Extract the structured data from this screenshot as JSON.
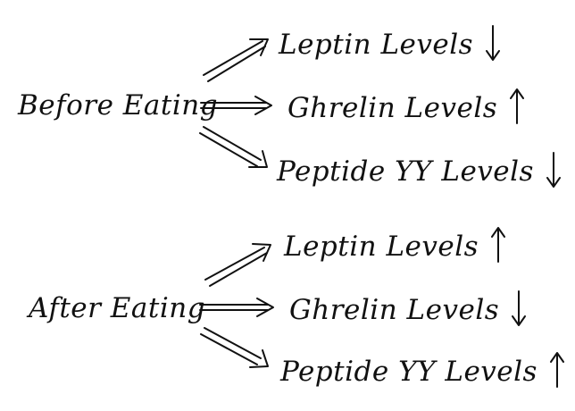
{
  "groups": [
    {
      "label": "Before Eating",
      "hormones": [
        {
          "name": "Leptin Levels",
          "direction": "down"
        },
        {
          "name": "Ghrelin Levels",
          "direction": "up"
        },
        {
          "name": "Peptide YY Levels",
          "direction": "down"
        }
      ]
    },
    {
      "label": "After Eating",
      "hormones": [
        {
          "name": "Leptin Levels",
          "direction": "up"
        },
        {
          "name": "Ghrelin Levels",
          "direction": "down"
        },
        {
          "name": "Peptide YY Levels",
          "direction": "up"
        }
      ]
    }
  ],
  "colors": {
    "ink": "#111111",
    "background": "#ffffff"
  },
  "icons": {
    "up": "up-arrow-icon",
    "down": "down-arrow-icon",
    "connector": "double-arrow-icon"
  }
}
